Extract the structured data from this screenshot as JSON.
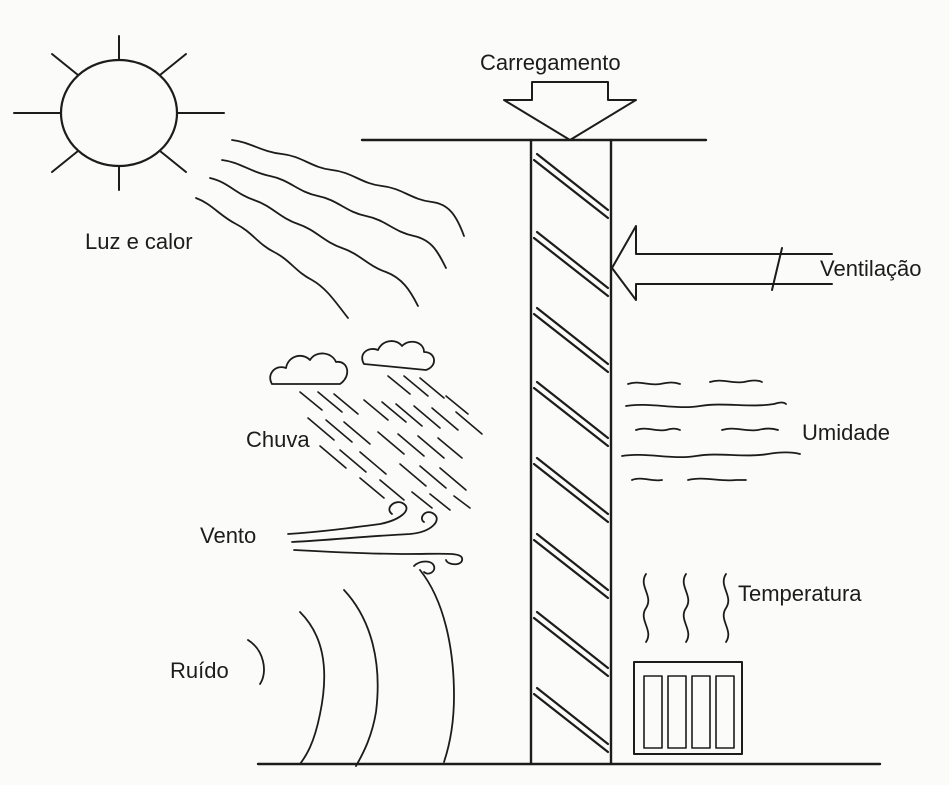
{
  "labels": {
    "carregamento": "Carregamento",
    "luz_calor": "Luz e calor",
    "ventilacao": "Ventilação",
    "umidade": "Umidade",
    "chuva": "Chuva",
    "vento": "Vento",
    "temperatura": "Temperatura",
    "ruido": "Ruído"
  },
  "icons": [
    "sun-icon",
    "light-heat-waves-icon",
    "rain-cloud-icon",
    "wind-gust-icon",
    "sound-wave-icon",
    "load-arrow-icon",
    "ventilation-arrow-icon",
    "humidity-waves-icon",
    "heat-waves-icon",
    "radiator-icon"
  ],
  "colors": {
    "ink": "#1c1c1c",
    "background": "#fbfbfa"
  }
}
